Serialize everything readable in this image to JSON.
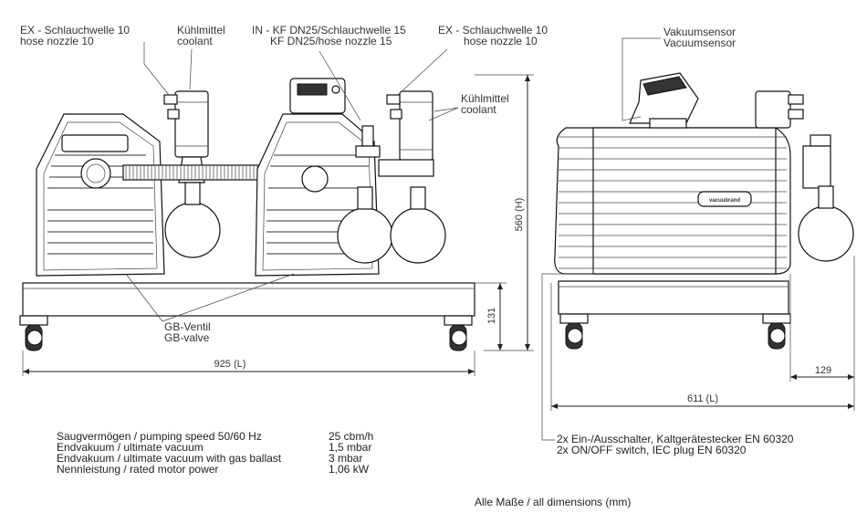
{
  "labels": {
    "ex_left_de": "EX - Schlauchwelle 10",
    "ex_left_en": "hose nozzle 10",
    "coolant_left_de": "Kühlmittel",
    "coolant_left_en": "coolant",
    "in_de": "IN - KF DN25/Schlauchwelle 15",
    "in_en": "KF DN25/hose nozzle 15",
    "ex_right_de": "EX - Schlauchwelle 10",
    "ex_right_en": "hose nozzle 10",
    "coolant_right_de": "Kühlmittel",
    "coolant_right_en": "coolant",
    "sensor_de": "Vakuumsensor",
    "sensor_en": "Vacuumsensor",
    "gb_de": "GB-Ventil",
    "gb_en": "GB-valve",
    "brand": "vacuubrand"
  },
  "dimensions": {
    "width_front": "925 (L)",
    "height_total": "560 (H)",
    "height_base": "131",
    "depth_side": "611 (L)",
    "offset_side": "129"
  },
  "specs": [
    {
      "label": "Saugvermögen / pumping speed 50/60 Hz",
      "value": "25 cbm/h"
    },
    {
      "label": "Endvakuum / ultimate vacuum",
      "value": "1,5 mbar"
    },
    {
      "label": "Endvakuum / ultimate vacuum with gas ballast",
      "value": "3 mbar"
    },
    {
      "label": "Nennleistung / rated motor power",
      "value": "1,06 kW"
    }
  ],
  "notes": {
    "switch_de": "2x Ein-/Ausschalter, Kaltgerätestecker EN 60320",
    "switch_en": "2x ON/OFF switch, IEC plug EN 60320",
    "all_dims": "Alle Maße / all dimensions (mm)"
  }
}
